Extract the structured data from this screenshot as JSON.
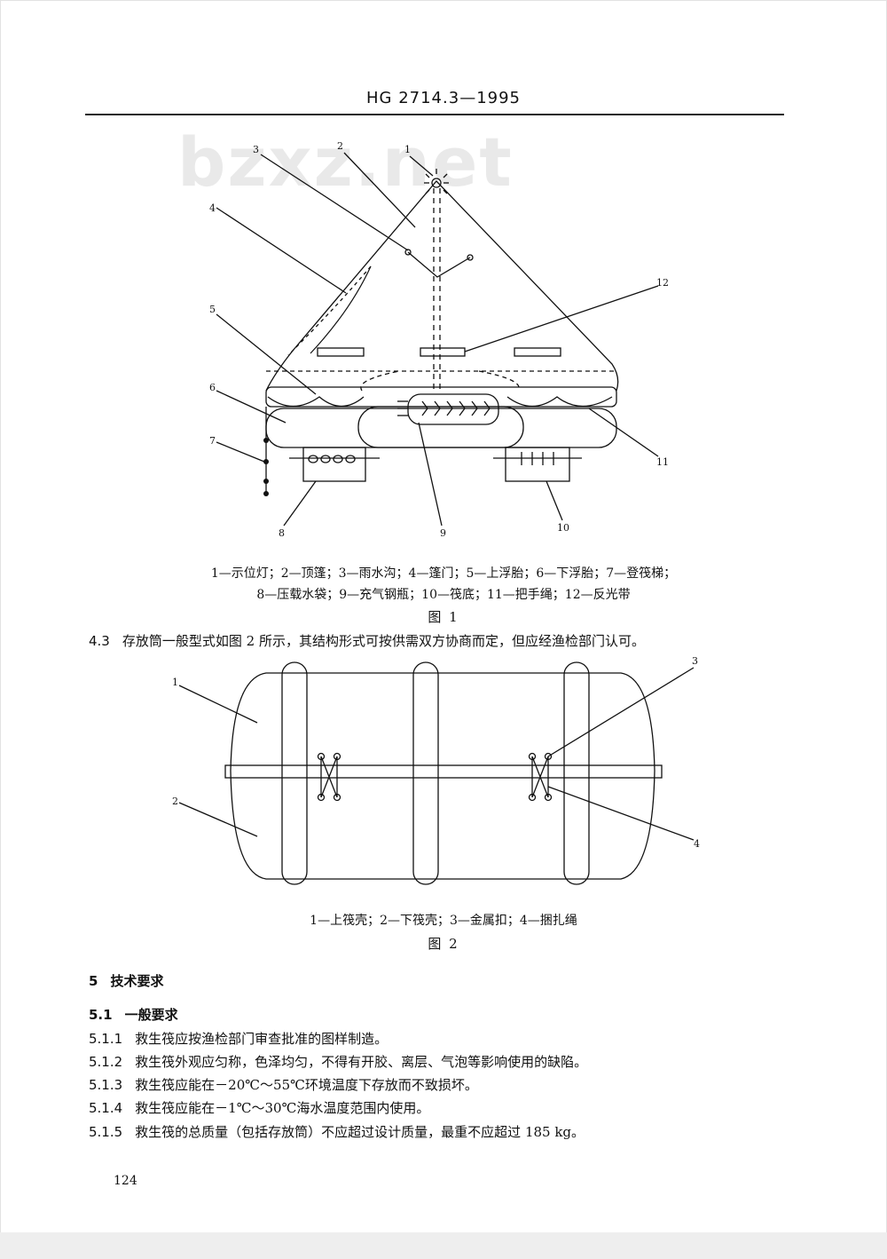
{
  "header": {
    "code": "HG 2714.3—1995"
  },
  "watermark": "bzxz.net",
  "figure1": {
    "labels": [
      "1",
      "2",
      "3",
      "4",
      "5",
      "6",
      "7",
      "8",
      "9",
      "10",
      "11",
      "12"
    ],
    "caption_line1": "1—示位灯；2—顶篷；3—雨水沟；4—篷门；5—上浮胎；6—下浮胎；7—登筏梯；",
    "caption_line2": "8—压载水袋；9—充气钢瓶；10—筏底；11—把手绳；12—反光带",
    "title": "图 1"
  },
  "para_4_3": {
    "num": "4.3",
    "text": "存放筒一般型式如图 2 所示，其结构形式可按供需双方协商而定，但应经渔检部门认可。"
  },
  "figure2": {
    "labels": [
      "1",
      "2",
      "3",
      "4"
    ],
    "caption": "1—上筏壳；2—下筏壳；3—金属扣；4—捆扎绳",
    "title": "图 2"
  },
  "section5": {
    "num": "5",
    "title": "技术要求"
  },
  "sub_5_1": {
    "num": "5.1",
    "title": "一般要求"
  },
  "clauses": [
    {
      "num": "5.1.1",
      "text": "救生筏应按渔检部门审查批准的图样制造。"
    },
    {
      "num": "5.1.2",
      "text": "救生筏外观应匀称，色泽均匀，不得有开胶、离层、气泡等影响使用的缺陷。"
    },
    {
      "num": "5.1.3",
      "text": "救生筏应能在－20℃～55℃环境温度下存放而不致损坏。"
    },
    {
      "num": "5.1.4",
      "text": "救生筏应能在－1℃～30℃海水温度范围内使用。"
    },
    {
      "num": "5.1.5",
      "text": "救生筏的总质量（包括存放筒）不应超过设计质量，最重不应超过 185 kg。"
    }
  ],
  "footer": {
    "page_number": "124"
  }
}
